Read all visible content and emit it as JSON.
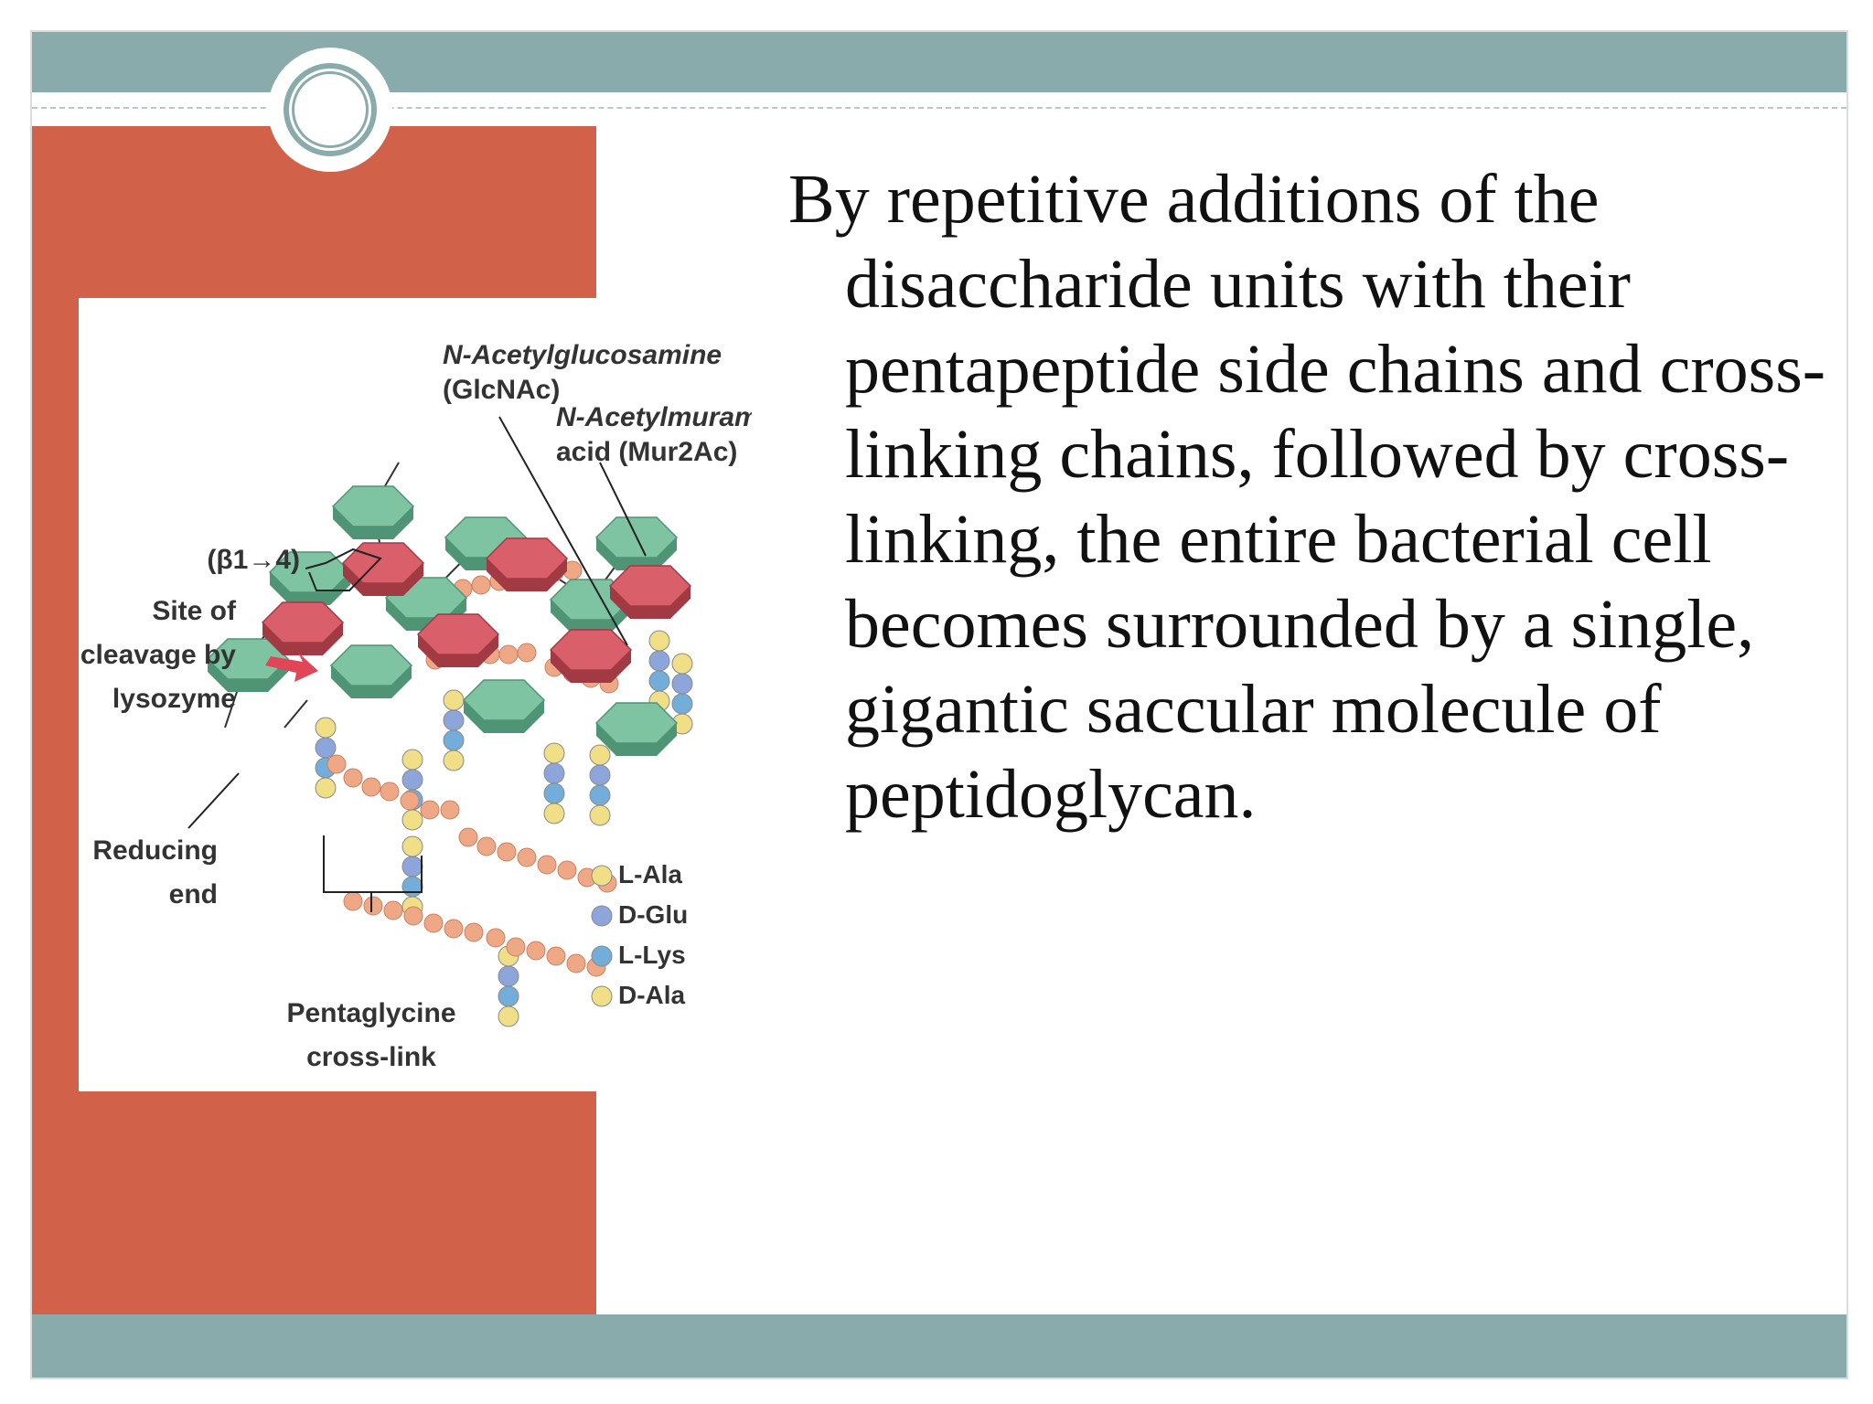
{
  "slide": {
    "body_text": "By repetitive additions of the disaccharide units with their pentapeptide side chains and cross-linking chains, followed by cross-linking, the entire bacterial cell becomes surrounded by a single, gigantic saccular molecule of peptidoglycan.",
    "colors": {
      "band": "#8aabab",
      "accent_block": "#d2614a",
      "glcnac": "#7fc4a2",
      "murnac": "#d9606a",
      "glycine": "#eea886",
      "l_ala": "#f0df86",
      "d_glu": "#8ca6dc",
      "l_lys": "#72aed9",
      "d_ala": "#f0df86"
    }
  },
  "diagram": {
    "labels": {
      "glcnac_line1": "N-Acetylglucosamine",
      "glcnac_line2": "(GlcNAc)",
      "murnac_line1": "N-Acetylmuramic",
      "murnac_line2": "acid (Mur2Ac)",
      "bond": "(β1→4)",
      "cleavage_line1": "Site of",
      "cleavage_line2": "cleavage by",
      "cleavage_line3": "lysozyme",
      "reducing_line1": "Reducing",
      "reducing_line2": "end",
      "pentaglycine_line1": "Pentaglycine",
      "pentaglycine_line2": "cross-link"
    },
    "legend": [
      "L-Ala",
      "D-Glu",
      "L-Lys",
      "D-Ala"
    ]
  }
}
